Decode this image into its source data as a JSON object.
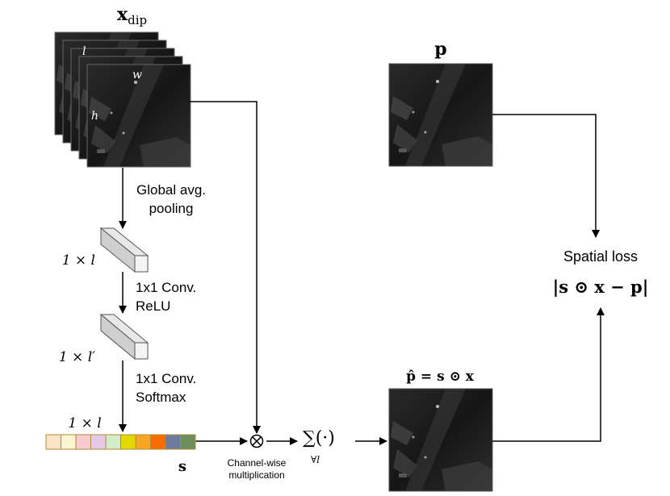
{
  "stack": {
    "title_main": "x",
    "title_sub": "dip",
    "dim_l": "l",
    "dim_w": "w",
    "dim_h": "h",
    "layer_count": 5
  },
  "target_image": {
    "label": "p"
  },
  "pooling": {
    "label_line1": "Global avg.",
    "label_line2": "pooling"
  },
  "block1": {
    "dim_label": "1 × l"
  },
  "conv_relu": {
    "label_line1": "1x1 Conv.",
    "label_line2": "ReLU"
  },
  "block2": {
    "dim_label": "1 × l′"
  },
  "conv_softmax": {
    "label_line1": "1x1 Conv.",
    "label_line2": "Softmax"
  },
  "vector": {
    "dim_label": "1 × l",
    "name": "s",
    "cells": [
      "#fbe5c8",
      "#fdf4d0",
      "#f9c9d0",
      "#e6c8e8",
      "#d3ebc8",
      "#e3d800",
      "#f6a623",
      "#fa6b00",
      "#6d7c9c",
      "#6d8f5d"
    ]
  },
  "multiply": {
    "label_line1": "Channel-wise",
    "label_line2": "multiplication"
  },
  "sum": {
    "label": "∑(·)",
    "subscript": "∀l"
  },
  "output_image": {
    "label": "p̂ = s ⊙ x"
  },
  "loss": {
    "title": "Spatial loss",
    "formula": "|s ⊙ x − p|"
  }
}
